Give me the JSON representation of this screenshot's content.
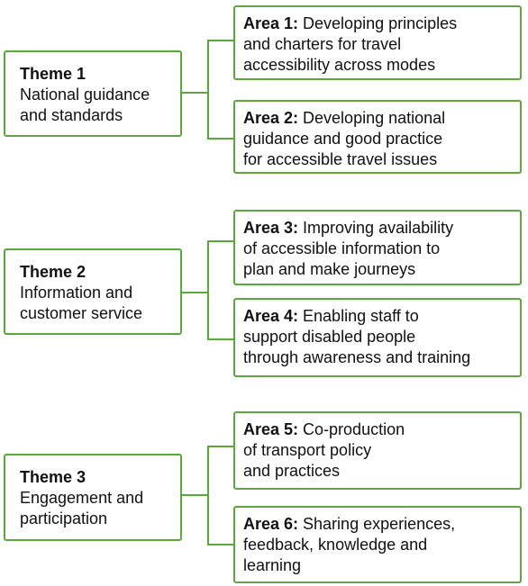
{
  "groups": [
    {
      "theme": {
        "label": "Theme 1",
        "lines": [
          "National guidance",
          "and standards"
        ]
      },
      "areas": [
        {
          "label": "Area 1:",
          "lines": [
            " Developing principles",
            "and charters for travel",
            "accessibility across modes"
          ]
        },
        {
          "label": "Area 2:",
          "lines": [
            " Developing national",
            "guidance and good practice",
            "for accessible travel issues"
          ]
        }
      ]
    },
    {
      "theme": {
        "label": "Theme 2",
        "lines": [
          "Information and",
          "customer service"
        ]
      },
      "areas": [
        {
          "label": "Area 3:",
          "lines": [
            " Improving availability",
            "of accessible information to",
            "plan and make journeys"
          ]
        },
        {
          "label": "Area 4:",
          "lines": [
            " Enabling staff to",
            "support disabled people",
            "through awareness and training"
          ]
        }
      ]
    },
    {
      "theme": {
        "label": "Theme 3",
        "lines": [
          "Engagement and",
          "participation"
        ]
      },
      "areas": [
        {
          "label": "Area 5:",
          "lines": [
            " Co-production",
            "of transport policy",
            "and practices"
          ]
        },
        {
          "label": "Area 6:",
          "lines": [
            " Sharing experiences,",
            "feedback, knowledge  and",
            "learning"
          ]
        }
      ]
    }
  ]
}
